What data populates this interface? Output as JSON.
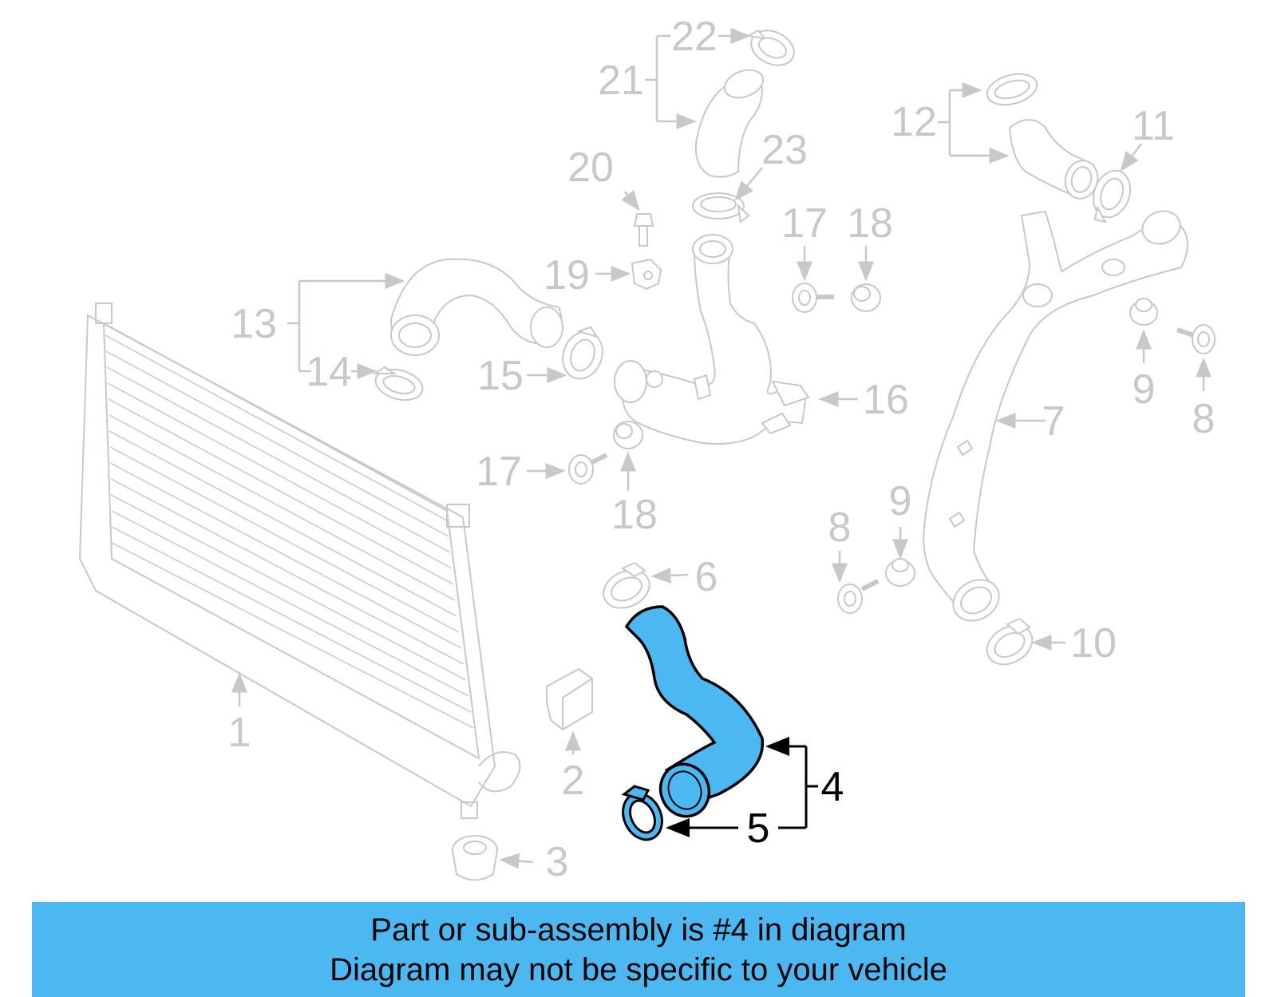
{
  "callouts": {
    "c1": "1",
    "c2": "2",
    "c3": "3",
    "c4": "4",
    "c5": "5",
    "c6": "6",
    "c7": "7",
    "c8a": "8",
    "c8b": "8",
    "c9a": "9",
    "c9b": "9",
    "c10": "10",
    "c11": "11",
    "c12": "12",
    "c13": "13",
    "c14": "14",
    "c15": "15",
    "c16": "16",
    "c17a": "17",
    "c17b": "17",
    "c18a": "18",
    "c18b": "18",
    "c19": "19",
    "c20": "20",
    "c21": "21",
    "c22": "22",
    "c23": "23"
  },
  "banner": {
    "line1": "Part or sub-assembly is #4 in diagram",
    "line2": "Diagram may not be specific to your vehicle"
  },
  "colors": {
    "highlight_fill": "#4bb8f2",
    "part_outline": "#c8c8c8",
    "banner_bg": "#4bb8f2"
  },
  "highlighted_part": "4"
}
